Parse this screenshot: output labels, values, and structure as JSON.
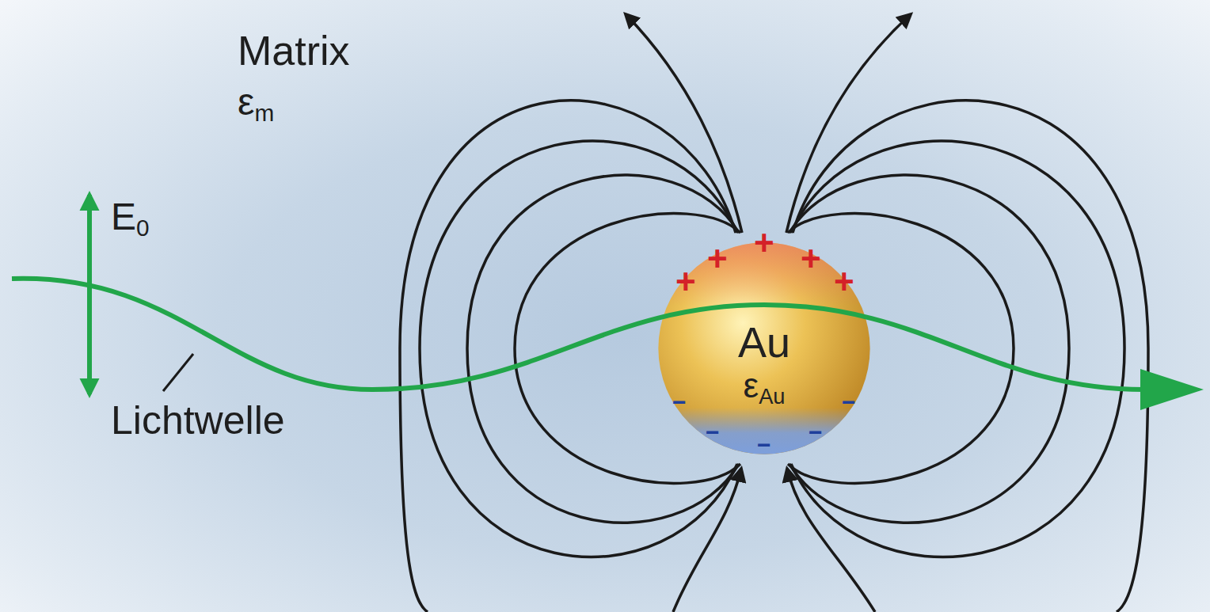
{
  "diagram": {
    "nodes": [
      {
        "text": [
          "Au",
          "εAu"
        ]
      }
    ],
    "labels": [
      "Matrix",
      "εm",
      "E0",
      "Lichtwelle",
      "+",
      "+",
      "+",
      "+",
      "+",
      "−",
      "−",
      "−",
      "−",
      "−"
    ]
  }
}
